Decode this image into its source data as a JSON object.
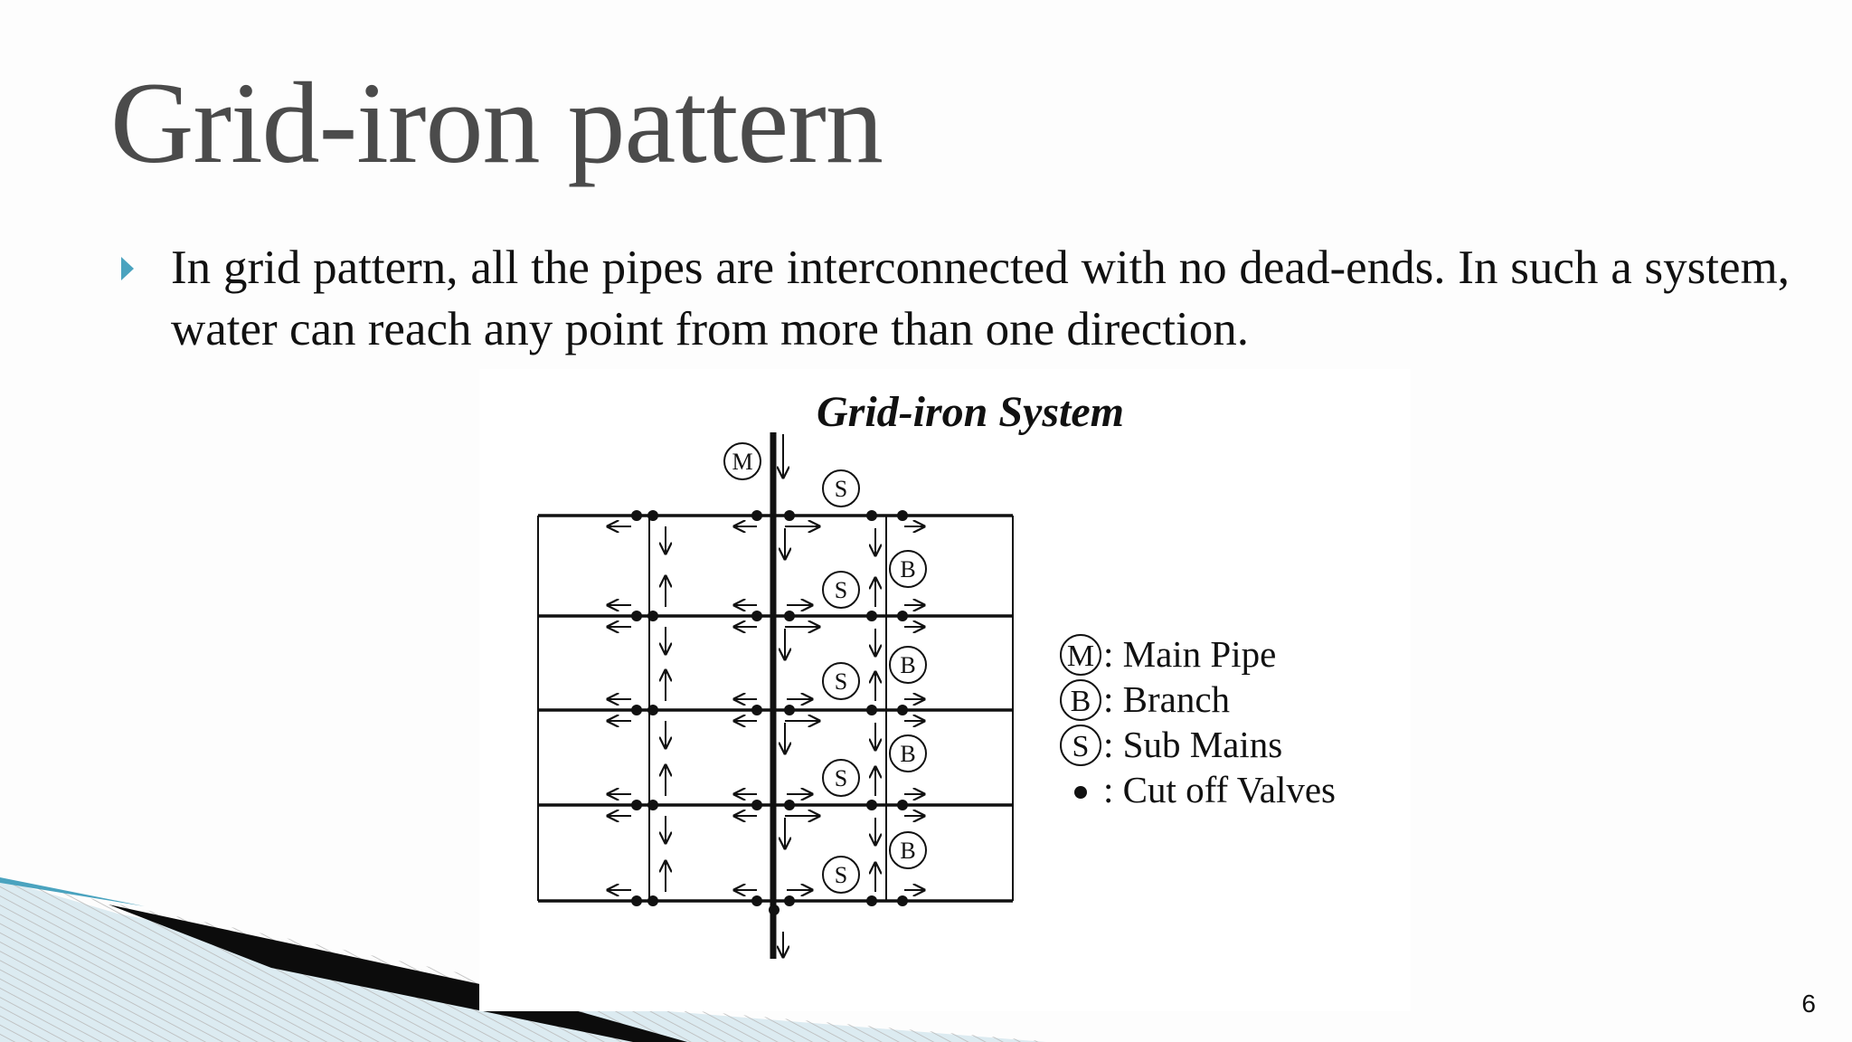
{
  "slide": {
    "title": "Grid-iron pattern",
    "bullet": "In grid pattern, all the pipes are interconnected with no dead-ends. In such a system, water can reach any point from more than one direction.",
    "page_number": "6",
    "accent_color": "#4aa3bf"
  },
  "figure": {
    "title": "Grid-iron System",
    "symbols": {
      "main": "M",
      "branch": "B",
      "sub": "S"
    },
    "legend": [
      {
        "symbol": "M",
        "marker": "circle",
        "label": ": Main Pipe"
      },
      {
        "symbol": "B",
        "marker": "circle",
        "label": ": Branch"
      },
      {
        "symbol": "S",
        "marker": "circle",
        "label": ": Sub Mains"
      },
      {
        "symbol": "",
        "marker": "dot",
        "label": ": Cut off Valves"
      }
    ]
  }
}
